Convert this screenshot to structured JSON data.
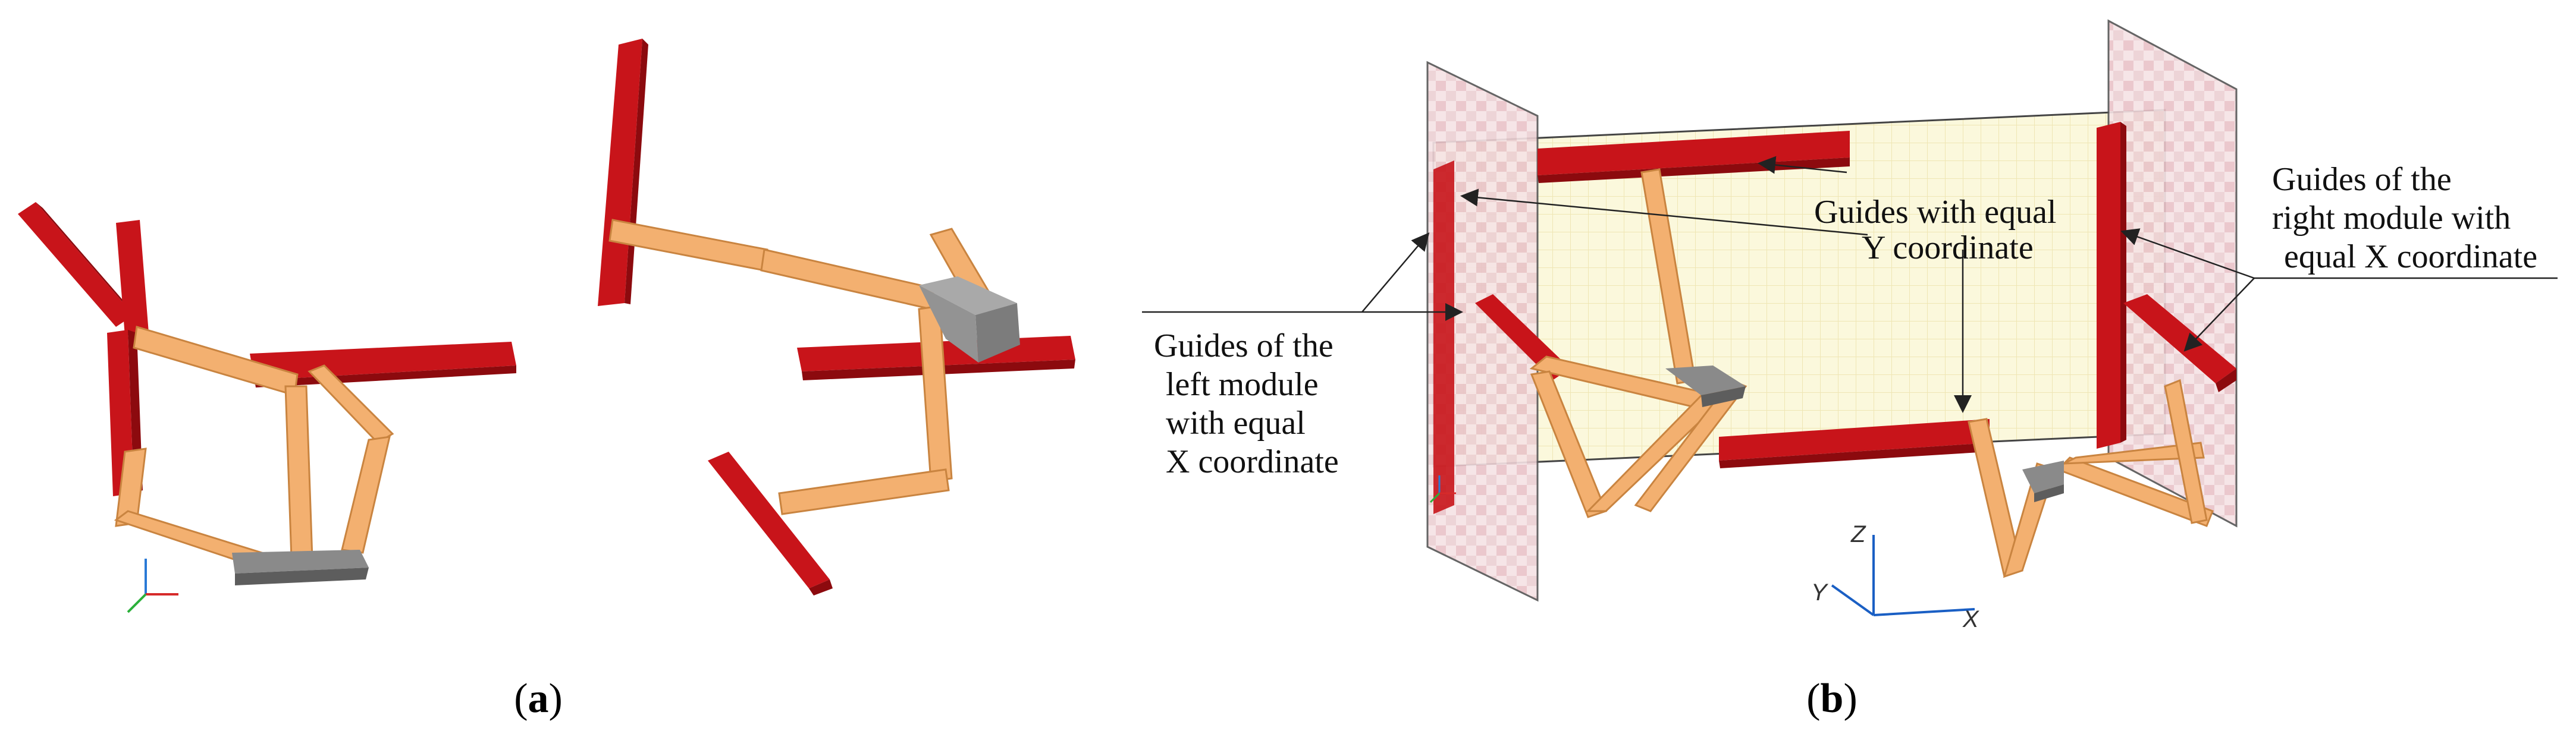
{
  "panel_a": {
    "caption_open": "(",
    "caption_letter": "a",
    "caption_close": ")"
  },
  "panel_b": {
    "caption_open": "(",
    "caption_letter": "b",
    "caption_close": ")",
    "label_left": [
      "Guides of the",
      "left module",
      "with equal",
      "X coordinate"
    ],
    "label_top": [
      "Guides with equal",
      "Y coordinate"
    ],
    "label_right": [
      "Guides of the",
      "right module with",
      "equal X coordinate"
    ],
    "axes": {
      "z": "Z",
      "y": "Y",
      "x": "X"
    }
  },
  "colors": {
    "guide_red": "#c8141a",
    "guide_red_dark": "#8c0a0e",
    "link_orange": "#f3b070",
    "link_orange_dark": "#c98440",
    "platform_gray": "#8a8a8a",
    "plane_pink": "#e9b9bf",
    "plane_yellow": "#fbf7d2"
  }
}
